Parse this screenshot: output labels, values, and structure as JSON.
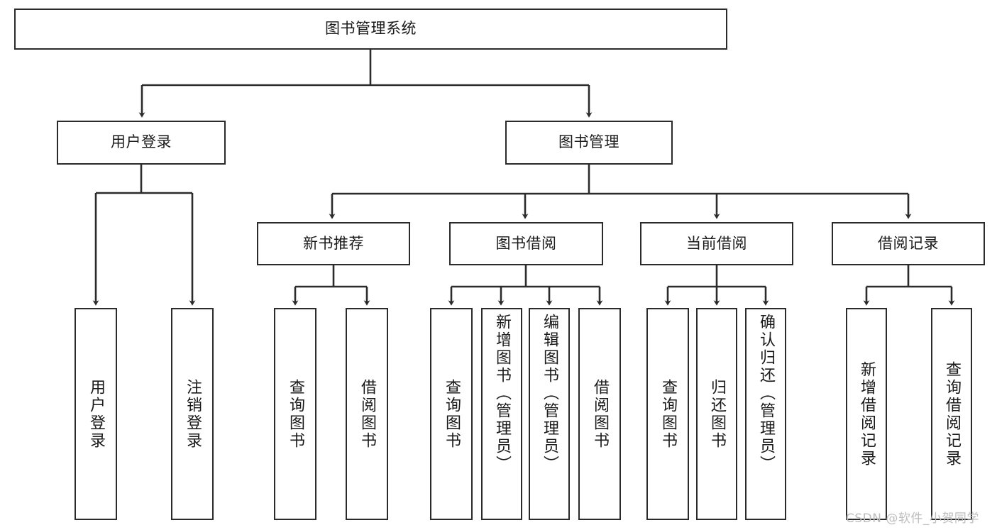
{
  "diagram": {
    "title": "图书管理系统",
    "type": "tree-hierarchy-chart",
    "root": {
      "label": "图书管理系统"
    },
    "level2": [
      {
        "label": "用户登录"
      },
      {
        "label": "图书管理"
      }
    ],
    "level3": [
      {
        "label": "新书推荐"
      },
      {
        "label": "图书借阅"
      },
      {
        "label": "当前借阅"
      },
      {
        "label": "借阅记录"
      }
    ],
    "leaves": {
      "user_login": [
        {
          "label": "用户登录"
        },
        {
          "label": "注销登录"
        }
      ],
      "new_book_recommend": [
        {
          "label": "查询图书"
        },
        {
          "label": "借阅图书"
        }
      ],
      "book_borrow": [
        {
          "label": "查询图书"
        },
        {
          "label": "新增图书（管理员）"
        },
        {
          "label": "编辑图书（管理员）"
        },
        {
          "label": "借阅图书"
        }
      ],
      "current_borrow": [
        {
          "label": "查询图书"
        },
        {
          "label": "归还图书"
        },
        {
          "label": "确认归还（管理员）"
        }
      ],
      "borrow_record": [
        {
          "label": "新增借阅记录"
        },
        {
          "label": "查询借阅记录"
        }
      ]
    }
  },
  "watermark": {
    "text": "CSDN @软件_小贺同学"
  },
  "colors": {
    "background": "#ffffff",
    "border": "#2b2b2b",
    "text": "#1a1a1a",
    "edge": "#2b2b2b",
    "watermark": "#bdbdbd"
  }
}
